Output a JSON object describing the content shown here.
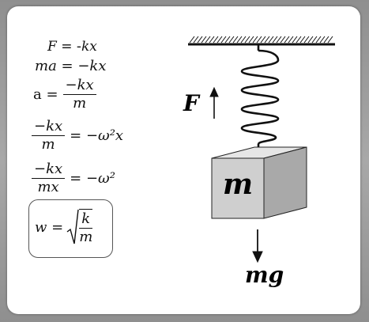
{
  "equations": {
    "hooke": {
      "lhs": "F",
      "rhs": "= -",
      "rhs_var": "kx"
    },
    "newton": "ma = −kx",
    "accel": {
      "lhs": "a =",
      "num": "−kx",
      "den": "m"
    },
    "omega_sq": {
      "num": "−kx",
      "den": "m",
      "rhs": "= −ω²x"
    },
    "omega_sq2": {
      "num": "−kx",
      "den": "mx",
      "rhs": "= −ω²"
    },
    "result": {
      "lhs": "w =",
      "num": "k",
      "den": "m"
    }
  },
  "labels": {
    "force": "F",
    "mass": "m",
    "weight": "mg"
  },
  "colors": {
    "background": "#9a9a9a",
    "card": "#ffffff",
    "block_front": "#cfcfcf",
    "block_top": "#e6e6e6",
    "block_side": "#a9a9a9",
    "ink": "#111111"
  }
}
